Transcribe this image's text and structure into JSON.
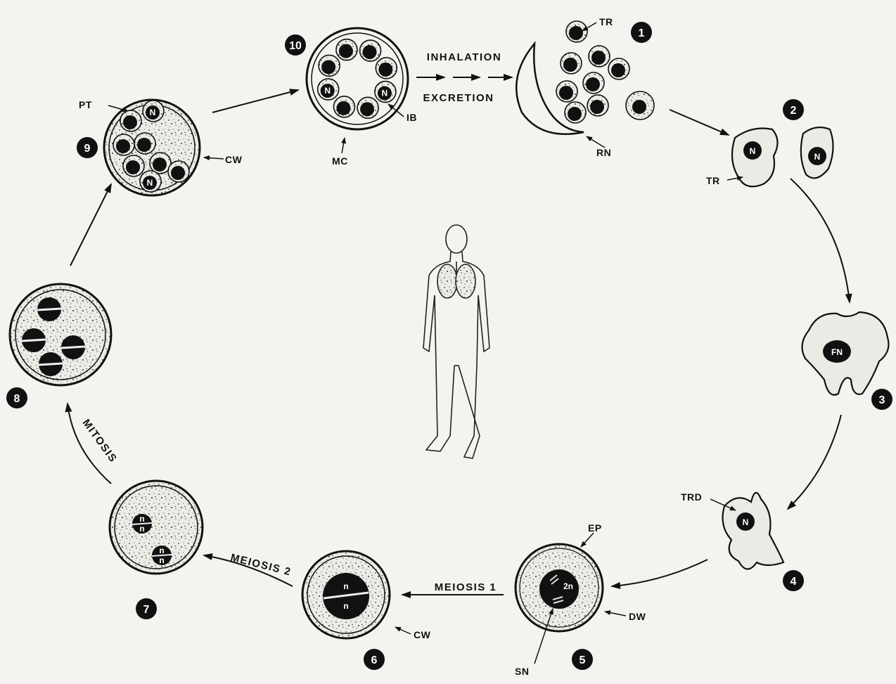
{
  "process_labels": {
    "inhalation": "INHALATION",
    "excretion": "EXCRETION",
    "meiosis1": "MEIOSIS 1",
    "meiosis2": "MEIOSIS 2",
    "mitosis": "MITOSIS"
  },
  "step_numbers": [
    "1",
    "2",
    "3",
    "4",
    "5",
    "6",
    "7",
    "8",
    "9",
    "10"
  ],
  "structure_labels": {
    "tr_1": "TR",
    "rn": "RN",
    "tr_2": "TR",
    "trd": "TRD",
    "ep": "EP",
    "dw": "DW",
    "sn": "SN",
    "cw_6": "CW",
    "cw_9": "CW",
    "pt": "PT",
    "mc": "MC",
    "ib": "IB"
  },
  "nucleus_labels": {
    "n": "N",
    "fn": "FN",
    "two_n": "2n",
    "half_n": "n"
  }
}
